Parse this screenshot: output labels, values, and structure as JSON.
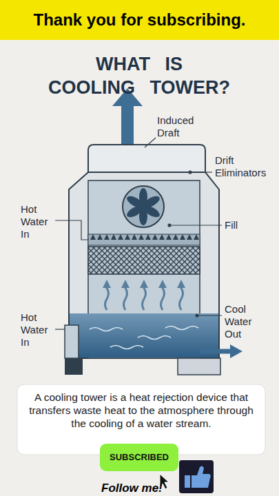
{
  "diagram": {
    "title": "WHAT IS COOLING TOWER?",
    "caption": "A cooling tower is a heat rejection device that transfers waste heat to the atmosphere through the cooling of a water stream.",
    "labels": [
      "Thank you for subscribing.",
      "Induced Draft",
      "Drift Eliminators",
      "Hot Water In",
      "Fill",
      "Hot Water In",
      "Cool Water Out",
      "SUBSCRIBED",
      "Follow me!"
    ]
  }
}
